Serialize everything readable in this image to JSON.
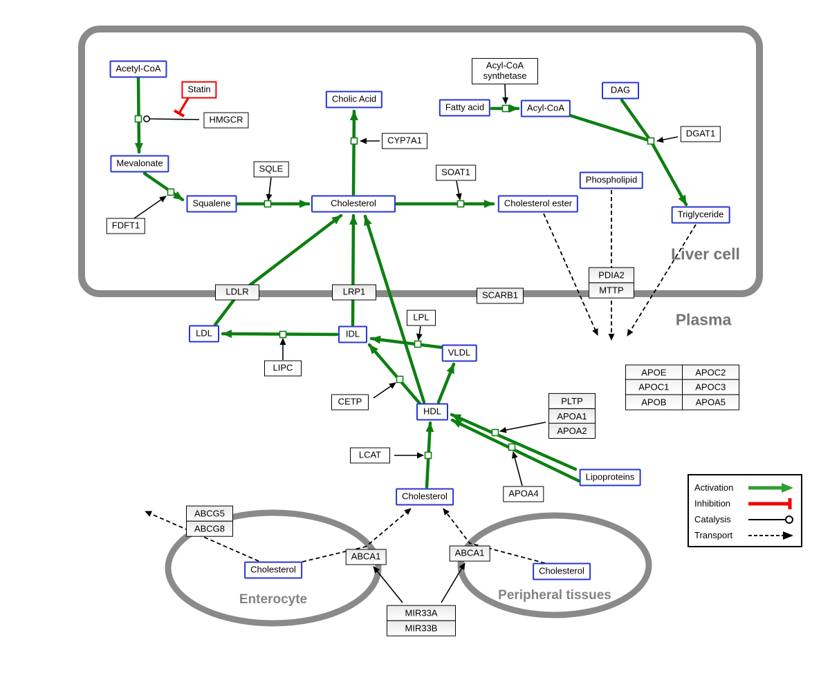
{
  "meta": {
    "title": "Cholesterol metabolism pathway diagram"
  },
  "colors": {
    "activation_green": "#0d7f11",
    "legend_green": "#2f9e2f",
    "inhibition_red": "#f20000",
    "metabolite_border_blue": "#2736cf",
    "compartment_gray": "#8a8a8a",
    "label_gray": "#757575"
  },
  "compartments": {
    "liver": "Liver cell",
    "plasma": "Plasma",
    "enterocyte": "Enterocyte",
    "peripheral": "Peripheral tissues"
  },
  "metabolites": {
    "acetyl_coa": "Acetyl-CoA",
    "mevalonate": "Mevalonate",
    "squalene": "Squalene",
    "cholesterol_liver": "Cholesterol",
    "cholic_acid": "Cholic Acid",
    "fatty_acid": "Fatty acid",
    "acyl_coa": "Acyl-CoA",
    "dag": "DAG",
    "phospholipid": "Phospholipid",
    "cholesterol_ester": "Cholesterol ester",
    "triglyceride": "Triglyceride",
    "ldl": "LDL",
    "idl": "IDL",
    "vldl": "VLDL",
    "hdl": "HDL",
    "cholesterol_plasma": "Cholesterol",
    "cholesterol_enterocyte": "Cholesterol",
    "cholesterol_peripheral": "Cholesterol",
    "lipoproteins": "Lipoproteins"
  },
  "enzymes": {
    "statin": "Statin",
    "hmgcr": "HMGCR",
    "sqle": "SQLE",
    "cyp7a1": "CYP7A1",
    "fdft1": "FDFT1",
    "soat1": "SOAT1",
    "acyl_coa_synthetase": "Acyl-CoA synthetase",
    "dgat1": "DGAT1",
    "pdia2": "PDIA2",
    "mttp": "MTTP",
    "ldlr": "LDLR",
    "lrp1": "LRP1",
    "scarb1": "SCARB1",
    "lpl": "LPL",
    "lipc": "LIPC",
    "cetp": "CETP",
    "lcat": "LCAT",
    "pltp": "PLTP",
    "apoa1": "APOA1",
    "apoa2": "APOA2",
    "apoa4": "APOA4",
    "abcg5": "ABCG5",
    "abcg8": "ABCG8",
    "abca1_enterocyte": "ABCA1",
    "abca1_peripheral": "ABCA1",
    "mir33a": "MIR33A",
    "mir33b": "MIR33B"
  },
  "apo_table": {
    "rows": [
      [
        "APOE",
        "APOC2"
      ],
      [
        "APOC1",
        "APOC3"
      ],
      [
        "APOB",
        "APOA5"
      ]
    ]
  },
  "legend": {
    "activation": "Activation",
    "inhibition": "Inhibition",
    "catalysis": "Catalysis",
    "transport": "Transport"
  }
}
